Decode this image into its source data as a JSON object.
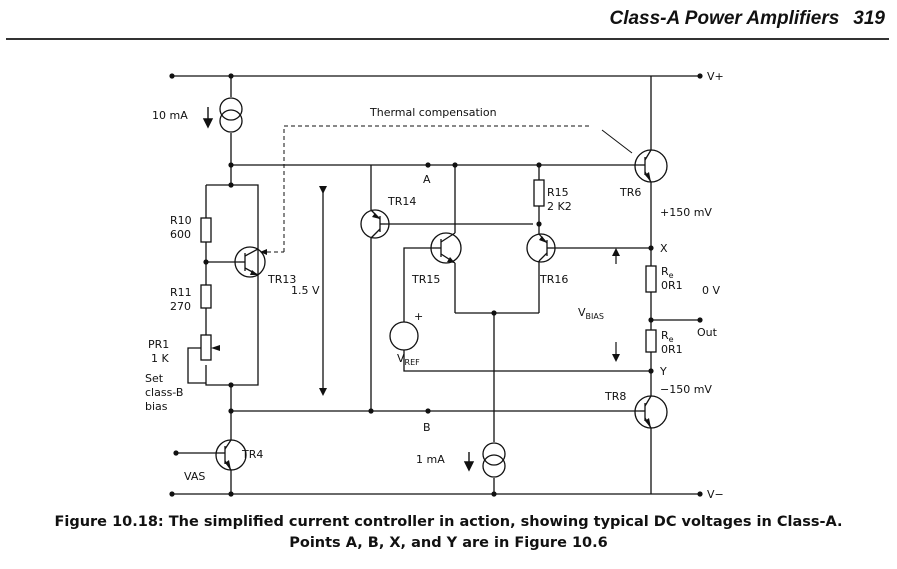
{
  "header": {
    "title": "Class-A Power Amplifiers",
    "page": "319"
  },
  "figure": {
    "rails": {
      "positive": "V+",
      "negative": "V−"
    },
    "thermal_label": "Thermal compensation",
    "sources": {
      "top": "10 mA",
      "bottom": "1 mA"
    },
    "nodes": {
      "A": "A",
      "B": "B",
      "X": "X",
      "Y": "Y"
    },
    "resistors": {
      "r10": {
        "name": "R10",
        "value": "600"
      },
      "r11": {
        "name": "R11",
        "value": "270"
      },
      "pr1": {
        "name": "PR1",
        "value": "1 K"
      },
      "r15": {
        "name": "R15",
        "value": "2 K2"
      },
      "re": {
        "name": "R",
        "sub": "e",
        "value": "0R1"
      }
    },
    "set_label": [
      "Set",
      "class-B",
      "bias"
    ],
    "transistors": {
      "tr4": "TR4",
      "tr6": "TR6",
      "tr8": "TR8",
      "tr13": "TR13",
      "tr14": "TR14",
      "tr15": "TR15",
      "tr16": "TR16"
    },
    "vas": "VAS",
    "span_voltage": "1.5 V",
    "vref": {
      "main": "V",
      "sub": "REF",
      "plus": "+"
    },
    "vbias": {
      "main": "V",
      "sub": "BIAS"
    },
    "voltages": {
      "plus": "+150 mV",
      "zero": "0 V",
      "minus": "−150 mV"
    },
    "out": "Out"
  },
  "caption": {
    "line1": "Figure 10.18: The simplified current controller in action, showing typical DC voltages in Class-A.",
    "line2": "Points A, B, X, and Y are in Figure 10.6"
  }
}
